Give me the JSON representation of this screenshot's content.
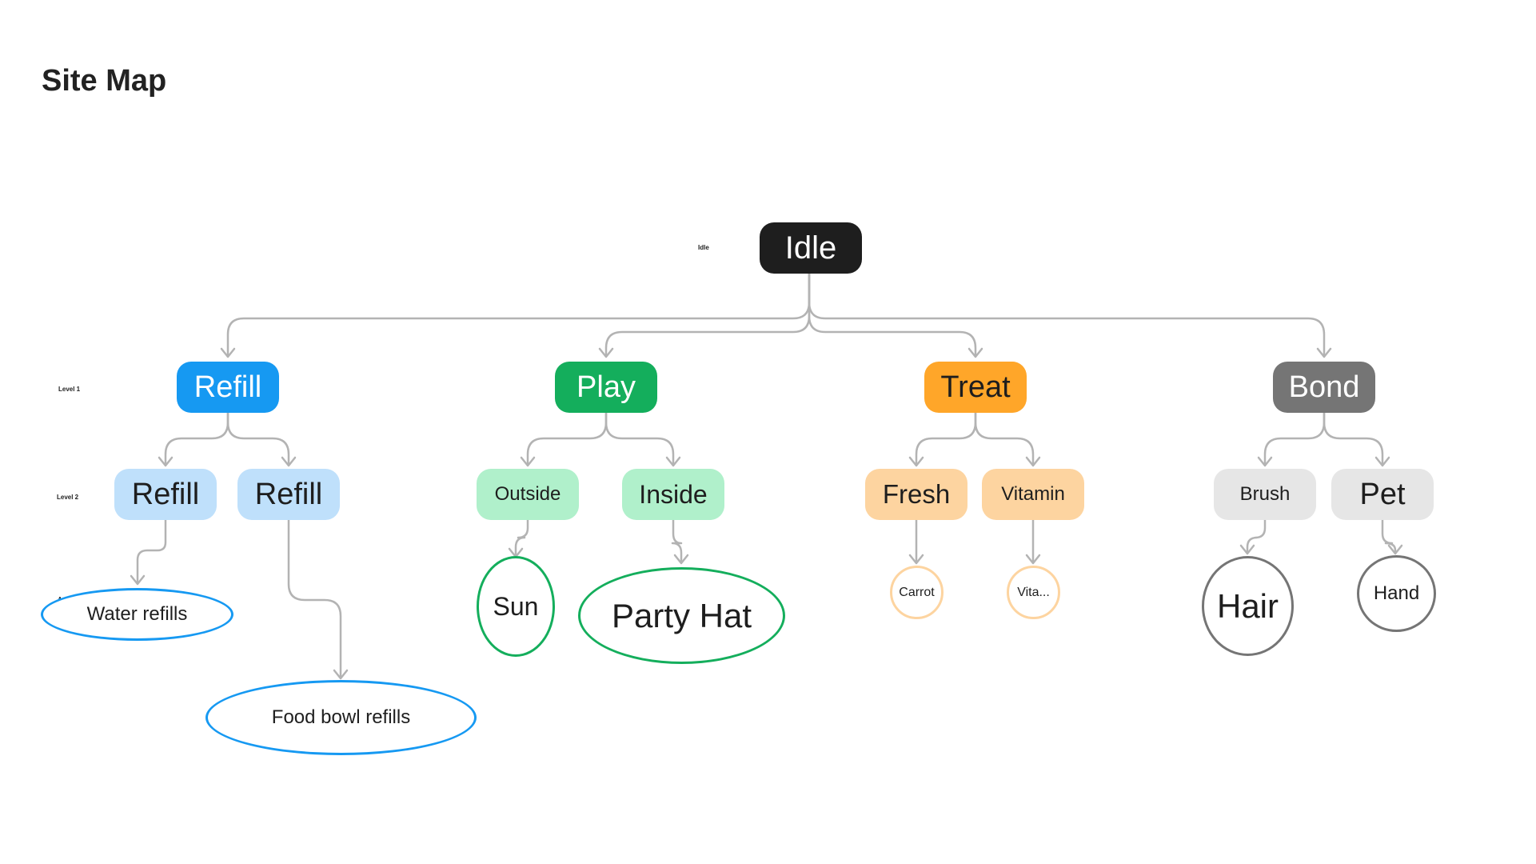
{
  "title": "Site Map",
  "side_labels": {
    "idle": "Idle",
    "level1": "Level 1",
    "level2": "Level 2",
    "action": "Action"
  },
  "colors": {
    "root": "#1e1e1e",
    "refill": "#1699f2",
    "refill_light": "#bfe0fb",
    "play": "#14ae5c",
    "play_light": "#b0f0cb",
    "treat": "#ffa629",
    "treat_light": "#fdd4a0",
    "bond": "#757575",
    "bond_light": "#e6e6e6",
    "edge": "#b3b3b3"
  },
  "nodes": {
    "root": "Idle",
    "refill": "Refill",
    "refill_a": "Refill",
    "refill_b": "Refill",
    "water_refills": "Water refills",
    "food_bowl_refills": "Food bowl refills",
    "play": "Play",
    "outside": "Outside",
    "inside": "Inside",
    "sun": "Sun",
    "party_hat": "Party Hat",
    "treat": "Treat",
    "fresh": "Fresh",
    "vitamin": "Vitamin",
    "carrot": "Carrot",
    "vita": "Vita...",
    "bond": "Bond",
    "brush": "Brush",
    "pet": "Pet",
    "hair": "Hair",
    "hand": "Hand"
  }
}
